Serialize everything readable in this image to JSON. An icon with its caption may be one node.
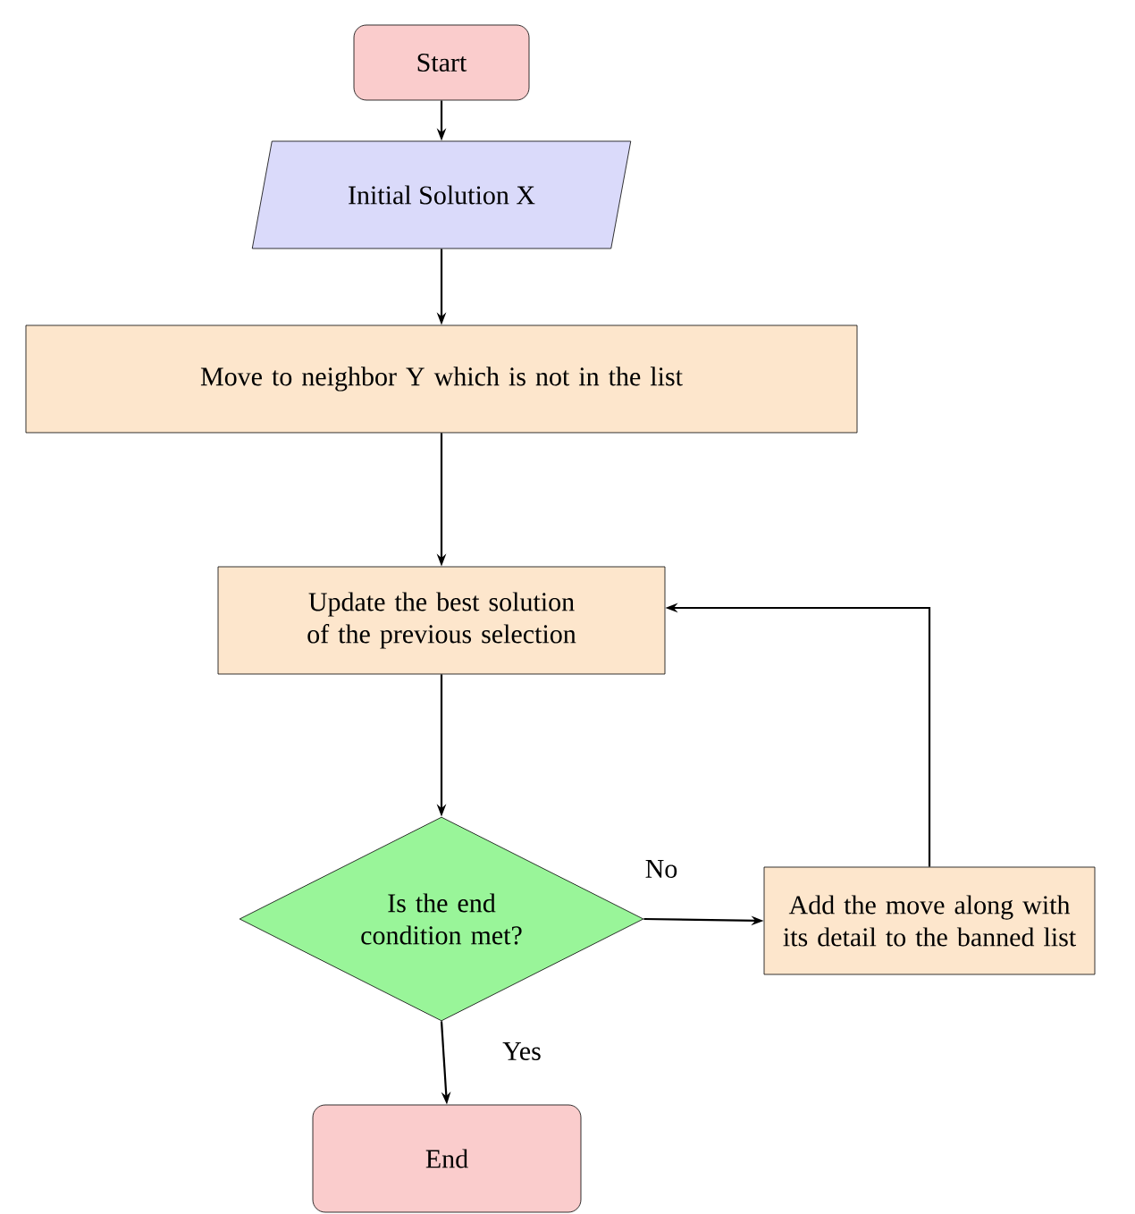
{
  "diagram": {
    "nodes": [
      {
        "text": [
          "Start"
        ]
      },
      {
        "text": [
          "Initial Solution X"
        ]
      },
      {
        "text": [
          "Move to neighbor Y which is not in the list"
        ]
      },
      {
        "text": [
          "Update the best solution of the previous selection"
        ]
      },
      {
        "text": [
          "Is the end condition met?"
        ]
      },
      {
        "text": [
          "Add the move along with its detail to the banned list"
        ]
      },
      {
        "text": [
          "End"
        ]
      }
    ],
    "edges": [
      {
        "from": 0,
        "to": 1,
        "arrow": "to"
      },
      {
        "from": 1,
        "to": 2,
        "arrow": "to"
      },
      {
        "from": 2,
        "to": 3,
        "arrow": "to"
      },
      {
        "from": 3,
        "to": 4,
        "arrow": "to"
      },
      {
        "from": 4,
        "to": 5,
        "arrow": "to",
        "label": "No"
      },
      {
        "from": 4,
        "to": 6,
        "arrow": "to",
        "label": "Yes"
      },
      {
        "from": 5,
        "to": 3,
        "arrow": "to"
      }
    ]
  }
}
